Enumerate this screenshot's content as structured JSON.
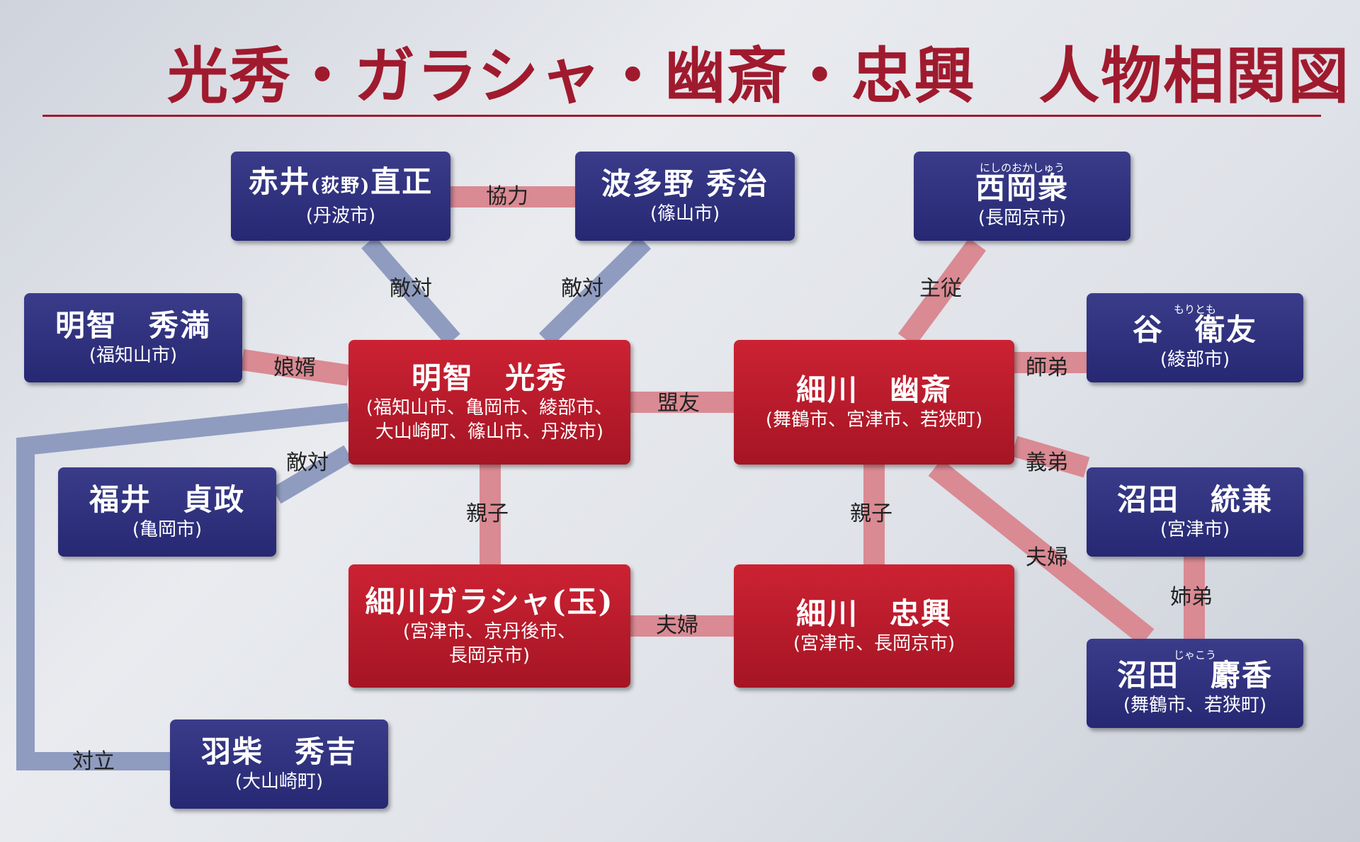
{
  "title": "光秀・ガラシャ・幽斎・忠興　人物相関図",
  "colors": {
    "red": "#a51524",
    "blue": "#262873",
    "link_red": "#d98a93",
    "link_blue": "#8f9cc0",
    "title": "#a01a2e"
  },
  "people": {
    "akai": {
      "name": "赤井",
      "name_small": "(荻野)",
      "name2": "直正",
      "place": "(丹波市)"
    },
    "hatano": {
      "name": "波多野 秀治",
      "place": "(篠山市)"
    },
    "nishi": {
      "ruby": "にしのおかしゅう",
      "name": "西岡衆",
      "place": "(長岡京市)"
    },
    "hidemitsu": {
      "name": "明智　秀満",
      "place": "(福知山市)"
    },
    "tani": {
      "ruby": "もりとも",
      "name": "谷　衛友",
      "place": "(綾部市)"
    },
    "mitsuhide": {
      "name": "明智　光秀",
      "place1": "(福知山市、亀岡市、綾部市、",
      "place2": "大山崎町、篠山市、丹波市)"
    },
    "yusai": {
      "name": "細川　幽斎",
      "place": "(舞鶴市、宮津市、若狭町)"
    },
    "fukui": {
      "name": "福井　貞政",
      "place": "(亀岡市)"
    },
    "numata_m": {
      "name": "沼田　統兼",
      "place": "(宮津市)"
    },
    "gracia": {
      "name": "細川ガラシャ(玉)",
      "place1": "(宮津市、京丹後市、",
      "place2": "長岡京市)"
    },
    "tadaoki": {
      "name": "細川　忠興",
      "place": "(宮津市、長岡京市)"
    },
    "numata_f": {
      "ruby": "じゃこう",
      "name": "沼田　麝香",
      "place": "(舞鶴市、若狭町)"
    },
    "hideyoshi": {
      "name": "羽柴　秀吉",
      "place": "(大山崎町)"
    }
  },
  "relations": {
    "kyoryoku": "協力",
    "tekitai1": "敵対",
    "tekitai2": "敵対",
    "shuju": "主従",
    "musume": "娘婿",
    "meiyu": "盟友",
    "shitei": "師弟",
    "tekitai3": "敵対",
    "gitei": "義弟",
    "oyako1": "親子",
    "oyako2": "親子",
    "fufu1": "夫婦",
    "fufu2": "夫婦",
    "shitei2": "姉弟",
    "tairitsu": "対立"
  }
}
